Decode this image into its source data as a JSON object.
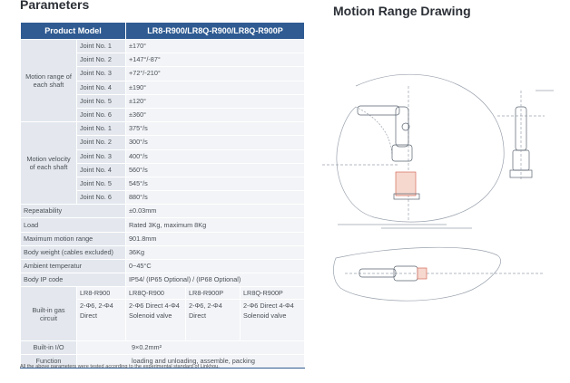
{
  "params_title": "Parameters",
  "drawing_title": "Motion Range Drawing",
  "header": {
    "label": "Product Model",
    "value": "LR8-R900/LR8Q-R900/LR8Q-R900P"
  },
  "range_group": "Motion range of each shaft",
  "velocity_group": "Motion velocity of each shaft",
  "joints": [
    "Joint No. 1",
    "Joint No. 2",
    "Joint No. 3",
    "Joint No. 4",
    "Joint No. 5",
    "Joint No. 6"
  ],
  "range_values": [
    "±170°",
    "+147°/-87°",
    "+72°/-210°",
    "±190°",
    "±120°",
    "±360°"
  ],
  "velocity_values": [
    "375°/s",
    "300°/s",
    "400°/s",
    "560°/s",
    "545°/s",
    "880°/s"
  ],
  "specs": [
    {
      "label": "Repeatability",
      "value": "±0.03mm"
    },
    {
      "label": "Load",
      "value": "Rated 3Kg, maximum 8Kg"
    },
    {
      "label": "Maximum motion range",
      "value": "901.8mm"
    },
    {
      "label": "Body weight (cables excluded)",
      "value": "36Kg"
    },
    {
      "label": "Ambient temperatur",
      "value": "0~45°C"
    },
    {
      "label": "Body IP code",
      "value": "IP54/ (IP65 Optional) / (IP68 Optional)"
    }
  ],
  "gas": {
    "label": "Built-in gas circuit",
    "models": [
      "LR8-R900",
      "LR8Q-R900",
      "LR8-R900P",
      "LR8Q-R900P"
    ],
    "values": [
      "2-Φ6, 2-Φ4 Direct",
      "2-Φ6 Direct 4-Φ4 Solenoid valve",
      "2-Φ6, 2-Φ4 Direct",
      "2-Φ6 Direct 4-Φ4 Solenoid valve"
    ]
  },
  "io": {
    "label": "Built-in I/O",
    "value": "9×0.2mm²"
  },
  "function": {
    "label": "Function",
    "value": "loading and unloading, assemble, packing"
  },
  "footnote": "All the above parameters were tested according to the experimental standard of Linkhou.",
  "colors": {
    "header_bg": "#2f5b92",
    "label_bg": "#e4e8ee",
    "value_bg": "#f2f4f7"
  }
}
